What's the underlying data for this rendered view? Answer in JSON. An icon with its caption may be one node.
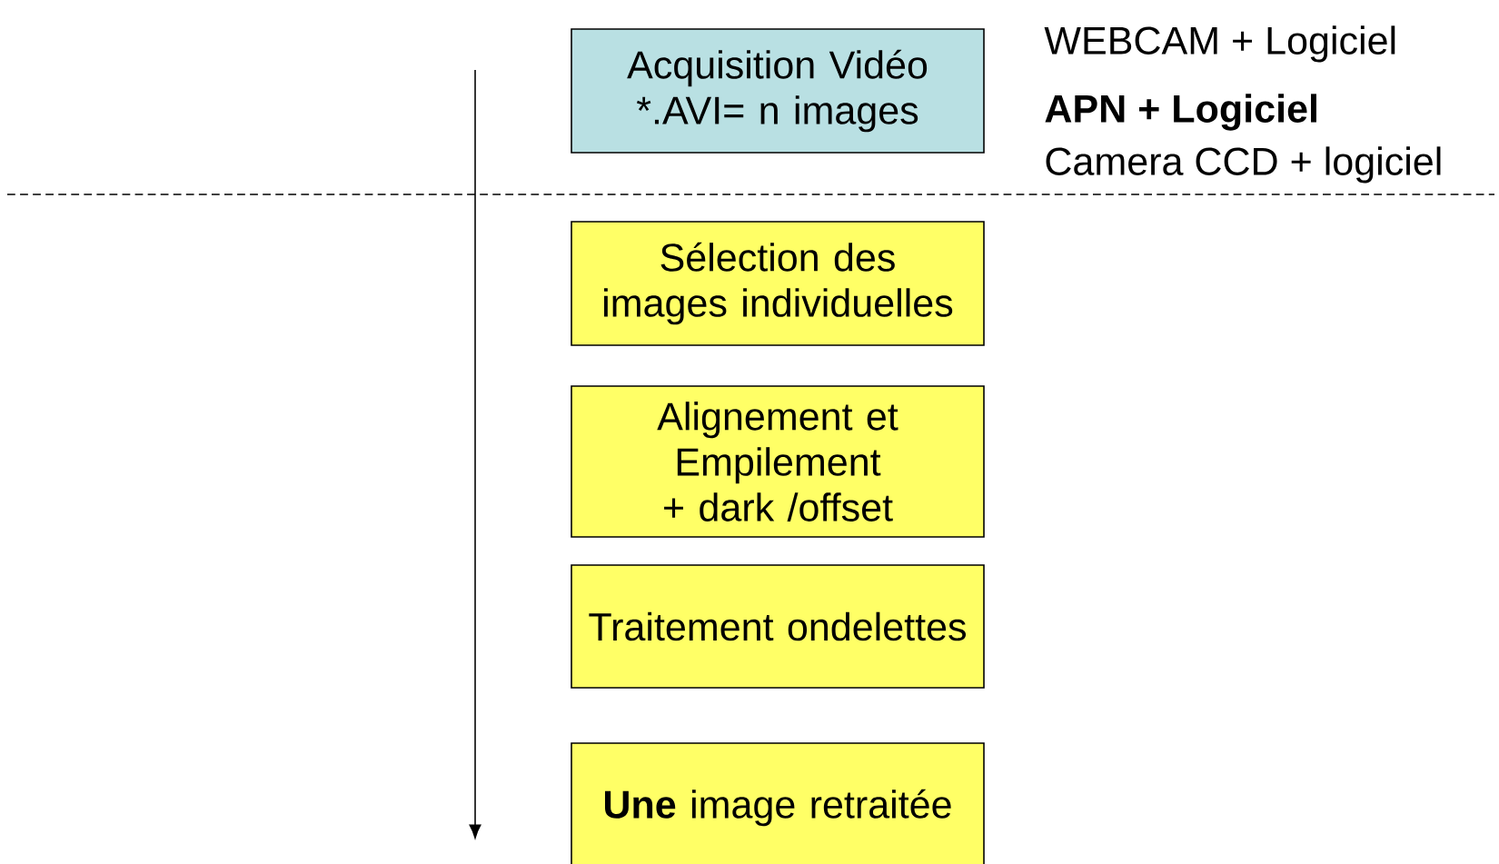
{
  "diagram": {
    "nodes": [
      {
        "text": [
          "Acquisition Vidéo *.AVI= n images"
        ]
      },
      {
        "text": [
          "Sélection des images individuelles"
        ]
      },
      {
        "text": [
          "Alignement et Empilement + dark /offset"
        ]
      },
      {
        "text": [
          "Traitement ondelettes"
        ]
      },
      {
        "text": [
          "**Une** image retraitée"
        ]
      }
    ],
    "labels": [
      "WEBCAM + Logiciel",
      "APN + Logiciel",
      "Camera CCD + logiciel"
    ]
  }
}
